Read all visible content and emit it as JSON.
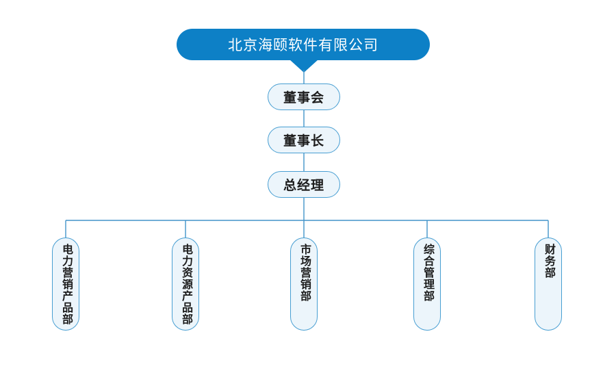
{
  "page": {
    "background": "#ffffff"
  },
  "org_chart": {
    "root": {
      "label": "北京海颐软件有限公司"
    },
    "leadership": [
      {
        "id": "board-of-directors",
        "label": "董事会"
      },
      {
        "id": "chairman",
        "label": "董事长"
      },
      {
        "id": "general-manager",
        "label": "总经理"
      }
    ],
    "departments": [
      {
        "id": "power-marketing-products",
        "label": "电力营销产品部"
      },
      {
        "id": "power-resources-products",
        "label": "电力资源产品部"
      },
      {
        "id": "marketing",
        "label": "市场营销部"
      },
      {
        "id": "general-management",
        "label": "综合管理部"
      },
      {
        "id": "finance",
        "label": "财务部"
      }
    ],
    "colors": {
      "root_fill": "#0d80c6",
      "root_text": "#ffffff",
      "node_fill": "#ecf5fb",
      "node_border": "#479ed2",
      "node_text": "#1c1c1c",
      "connector": "#4293c9"
    }
  }
}
